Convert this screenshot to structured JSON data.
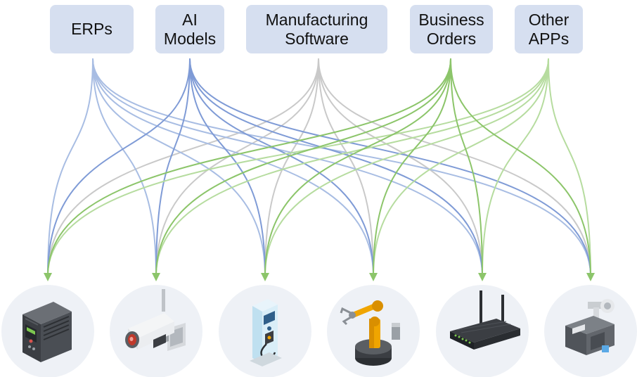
{
  "sources": [
    {
      "id": "erps",
      "label": "ERPs",
      "color": "#a8bde3"
    },
    {
      "id": "ai-models",
      "label": "AI\nModels",
      "color": "#7f9bd6"
    },
    {
      "id": "manufacturing-software",
      "label": "Manufacturing\nSoftware",
      "color": "#c9c9c9"
    },
    {
      "id": "business-orders",
      "label": "Business\nOrders",
      "color": "#8cc56a"
    },
    {
      "id": "other-apps",
      "label": "Other\nAPPs",
      "color": "#b6dc9f"
    }
  ],
  "devices": [
    {
      "id": "frequency-inverter",
      "icon": "frequency-inverter-icon"
    },
    {
      "id": "security-camera",
      "icon": "security-camera-icon"
    },
    {
      "id": "ev-charger",
      "icon": "ev-charger-icon"
    },
    {
      "id": "robotic-arm",
      "icon": "robotic-arm-icon"
    },
    {
      "id": "wifi-router",
      "icon": "wifi-router-icon"
    },
    {
      "id": "limit-switch",
      "icon": "limit-switch-icon"
    }
  ],
  "colors": {
    "box_fill": "#d6dff0",
    "circle_fill": "#eef1f6"
  }
}
